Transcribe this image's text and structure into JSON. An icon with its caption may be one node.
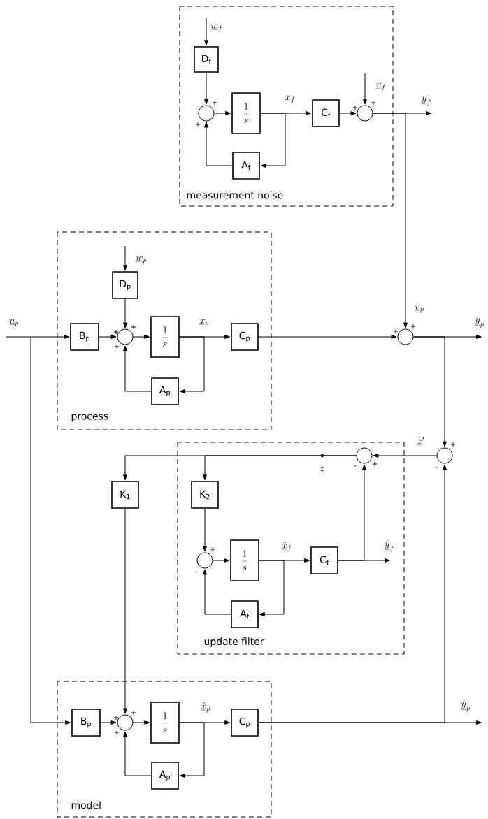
{
  "diagram": {
    "nodes": [
      {
        "text": [
          "measurement noise"
        ]
      },
      {
        "text": [
          "D$_{f}$"
        ],
        "in": 0
      },
      {
        "text": [],
        "shape": "circle",
        "in": 0,
        "beside": [
          "+",
          "+"
        ]
      },
      {
        "text": [
          "\\frac{1}{s}"
        ],
        "in": 0
      },
      {
        "text": [
          "C$_{f}$"
        ],
        "in": 0
      },
      {
        "text": [],
        "shape": "circle",
        "in": 0,
        "beside": [
          "+",
          "+"
        ]
      },
      {
        "text": [
          "A$_{f}$"
        ],
        "in": 0
      },
      {
        "text": [
          "process"
        ]
      },
      {
        "text": [
          "D$_{p}$"
        ],
        "in": 7
      },
      {
        "text": [
          "B$_{p}$"
        ],
        "in": 7
      },
      {
        "text": [],
        "shape": "circle",
        "in": 7,
        "beside": [
          "+",
          "+",
          "+"
        ]
      },
      {
        "text": [
          "\\frac{1}{s}"
        ],
        "in": 7
      },
      {
        "text": [
          "C$_{p}$"
        ],
        "in": 7
      },
      {
        "text": [
          "A$_{p}$"
        ],
        "in": 7
      },
      {
        "text": [],
        "shape": "circle",
        "beside": [
          "+",
          "+"
        ]
      },
      {
        "text": [],
        "shape": "circle",
        "beside": [
          "+",
          "-"
        ]
      },
      {
        "text": [
          "K$_{1}$"
        ]
      },
      {
        "text": [
          "update filter"
        ]
      },
      {
        "text": [],
        "shape": "circle",
        "in": 17,
        "beside": [
          "-",
          "+"
        ]
      },
      {
        "text": [
          "K$_{2}$"
        ],
        "in": 17
      },
      {
        "text": [],
        "shape": "circle",
        "in": 17,
        "beside": [
          "+",
          "-"
        ]
      },
      {
        "text": [
          "\\frac{1}{s}"
        ],
        "in": 17
      },
      {
        "text": [
          "C$_{f}$"
        ],
        "in": 17
      },
      {
        "text": [
          "A$_{f}$"
        ],
        "in": 17
      },
      {
        "text": [
          "model"
        ]
      },
      {
        "text": [
          "B$_{p}$"
        ],
        "in": 24
      },
      {
        "text": [],
        "shape": "circle",
        "in": 24,
        "beside": [
          "+",
          "+",
          "+"
        ]
      },
      {
        "text": [
          "\\frac{1}{s}"
        ],
        "in": 24
      },
      {
        "text": [
          "C$_{p}$"
        ],
        "in": 24
      },
      {
        "text": [
          "A$_{p}$"
        ],
        "in": 24
      }
    ],
    "edges": [
      {
        "from": null,
        "to": 1,
        "arrow": "to",
        "label": "\\underline{w}_f"
      },
      {
        "from": 1,
        "to": 2,
        "arrow": "to"
      },
      {
        "from": 2,
        "to": 3,
        "arrow": "to"
      },
      {
        "from": 3,
        "to": 4,
        "arrow": "to",
        "label": "\\underline{x}_f"
      },
      {
        "from": 3,
        "to": 6,
        "arrow": "to"
      },
      {
        "from": 6,
        "to": 2,
        "arrow": "to"
      },
      {
        "from": 4,
        "to": 5,
        "arrow": "to"
      },
      {
        "from": null,
        "to": 5,
        "arrow": "to",
        "label": "\\underline{v}_f"
      },
      {
        "from": 5,
        "to": null,
        "arrow": "to",
        "label": "\\underline{y}_f"
      },
      {
        "from": 5,
        "to": 14,
        "arrow": "to",
        "label": "\\underline{v}_p"
      },
      {
        "from": null,
        "to": 9,
        "arrow": "to",
        "label": "\\underline{u}_p"
      },
      {
        "from": null,
        "to": 25,
        "arrow": "to"
      },
      {
        "from": null,
        "to": 8,
        "arrow": "to",
        "label": "\\underline{w}_p"
      },
      {
        "from": 8,
        "to": 10,
        "arrow": "to"
      },
      {
        "from": 9,
        "to": 10,
        "arrow": "to"
      },
      {
        "from": 10,
        "to": 11,
        "arrow": "to"
      },
      {
        "from": 11,
        "to": 12,
        "arrow": "to",
        "label": "\\underline{x}_p"
      },
      {
        "from": 11,
        "to": 13,
        "arrow": "to"
      },
      {
        "from": 13,
        "to": 10,
        "arrow": "to"
      },
      {
        "from": 12,
        "to": 14,
        "arrow": "to"
      },
      {
        "from": 14,
        "to": null,
        "arrow": "to",
        "label": "\\underline{y}_p"
      },
      {
        "from": 14,
        "to": 15,
        "arrow": "to"
      },
      {
        "from": 15,
        "to": 18,
        "arrow": "to",
        "label": "\\underline{z}'"
      },
      {
        "from": 18,
        "to": 16,
        "arrow": "to",
        "label": "\\underline{z}"
      },
      {
        "from": 18,
        "to": 19,
        "arrow": "to"
      },
      {
        "from": 19,
        "to": 20,
        "arrow": "to"
      },
      {
        "from": 20,
        "to": 21,
        "arrow": "to"
      },
      {
        "from": 21,
        "to": 22,
        "arrow": "to",
        "label": "\\underline{\\hat{x}}_f"
      },
      {
        "from": 21,
        "to": 23,
        "arrow": "to"
      },
      {
        "from": 23,
        "to": 20,
        "arrow": "to"
      },
      {
        "from": 22,
        "to": null,
        "arrow": "to",
        "label": "\\underline{\\hat{y}}_f"
      },
      {
        "from": 22,
        "to": 18,
        "arrow": "to"
      },
      {
        "from": 16,
        "to": 26,
        "arrow": "to"
      },
      {
        "from": 25,
        "to": 26,
        "arrow": "to"
      },
      {
        "from": 26,
        "to": 27,
        "arrow": "to"
      },
      {
        "from": 27,
        "to": 28,
        "arrow": "to",
        "label": "\\underline{\\hat{x}}_p"
      },
      {
        "from": 27,
        "to": 29,
        "arrow": "to"
      },
      {
        "from": 29,
        "to": 26,
        "arrow": "to"
      },
      {
        "from": 28,
        "to": null,
        "arrow": "to",
        "label": "\\underline{\\hat{y}}_p"
      },
      {
        "from": 28,
        "to": 15,
        "arrow": "to"
      }
    ]
  }
}
